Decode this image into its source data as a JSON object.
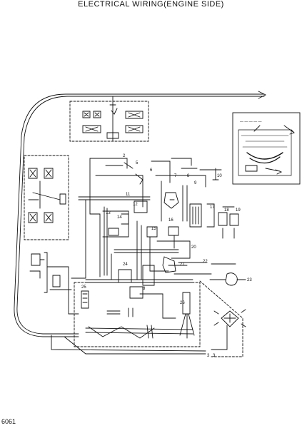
{
  "title": "ELECTRICAL WIRING(ENGINE SIDE)",
  "page_code": "6061",
  "colors": {
    "ink": "#111111",
    "background": "#ffffff"
  },
  "callouts": {
    "c1": "2",
    "c2": "3",
    "c3": "5",
    "c4": "6",
    "c5": "7",
    "c6": "8",
    "c7": "9",
    "c8": "10",
    "c9": "11",
    "c10": "12",
    "c11": "13",
    "c12": "14",
    "c13": "15",
    "c14": "16",
    "c15": "17",
    "c16": "18",
    "c17": "19",
    "c18": "20",
    "c19": "21",
    "c20": "22",
    "c21": "23",
    "c22": "24",
    "c23": "25",
    "c24": "26",
    "c25": "8",
    "c26": "3"
  }
}
